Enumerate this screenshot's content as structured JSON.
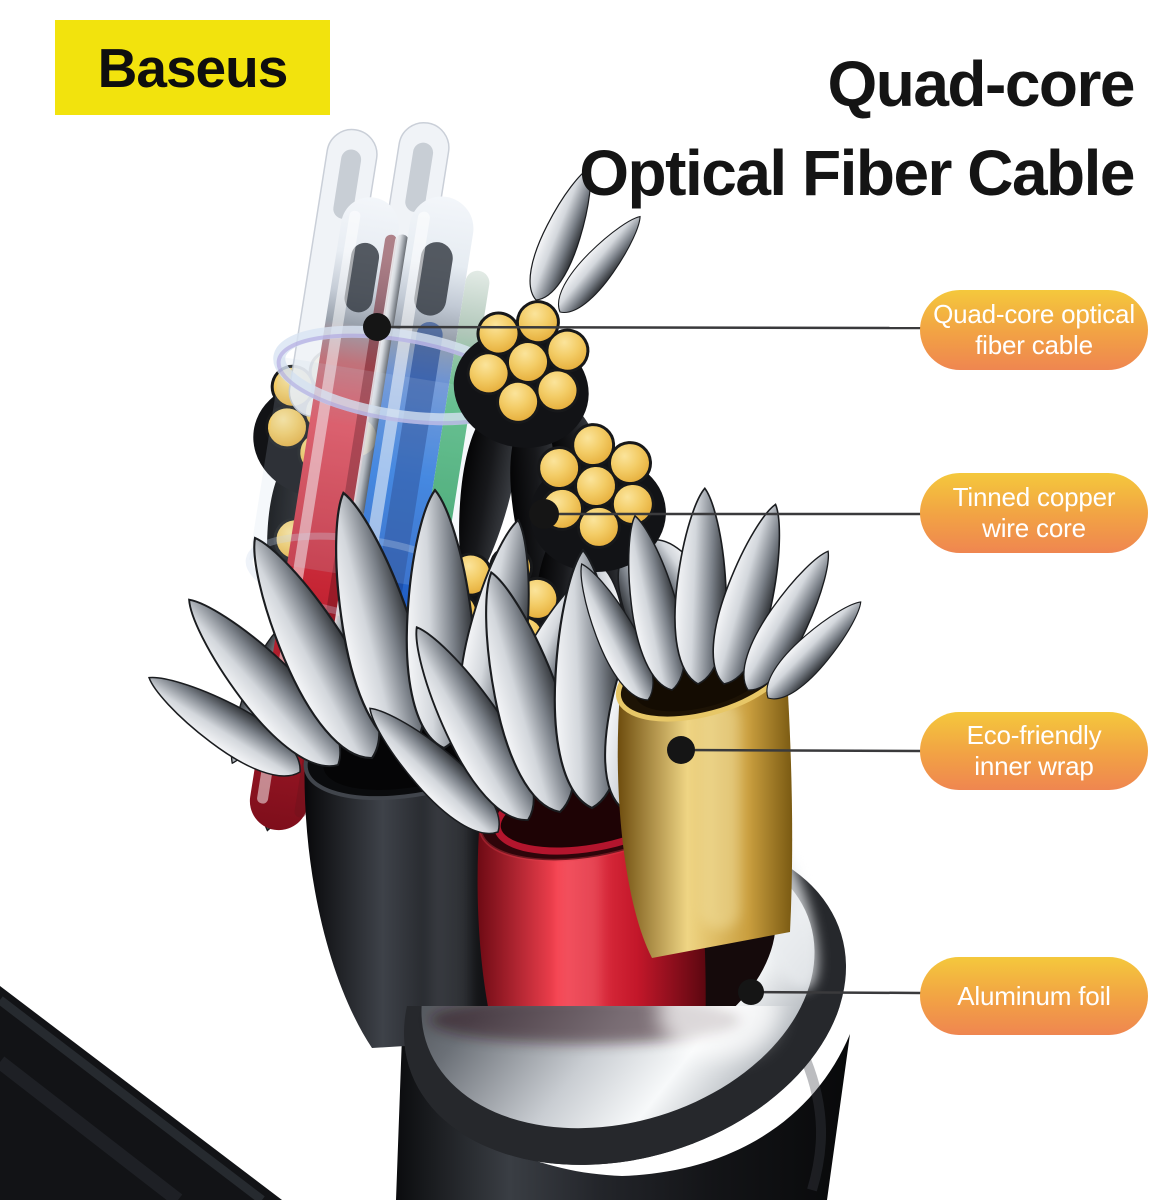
{
  "brand": {
    "logo_text": "Baseus"
  },
  "title": {
    "text": "Quad-core\nOptical Fiber Cable"
  },
  "callouts": [
    {
      "id": "quad-core-optical-fiber-cable",
      "label": "Quad-core optical\nfiber cable"
    },
    {
      "id": "tinned-copper-wire-core",
      "label": "Tinned copper\nwire core"
    },
    {
      "id": "eco-friendly-inner-wrap",
      "label": "Eco-friendly\ninner wrap"
    },
    {
      "id": "aluminum-foil",
      "label": "Aluminum foil"
    }
  ],
  "colors": {
    "brand_yellow": "#F2E30D",
    "pill_gradient_top": "#F4C83C",
    "pill_gradient_bottom": "#EF8650",
    "pill_text": "#FFFFFF",
    "title_text": "#141414",
    "leader_line": "#3A3A3C",
    "copper_wire": "#F0C65B",
    "fiber_red": "#D93A47",
    "fiber_blue": "#2F7BE0",
    "fiber_green": "#35A75F",
    "inner_wrap_gold": "#D8AE4F",
    "foil_silver": "#D9DCE0",
    "jacket_black": "#141518"
  }
}
